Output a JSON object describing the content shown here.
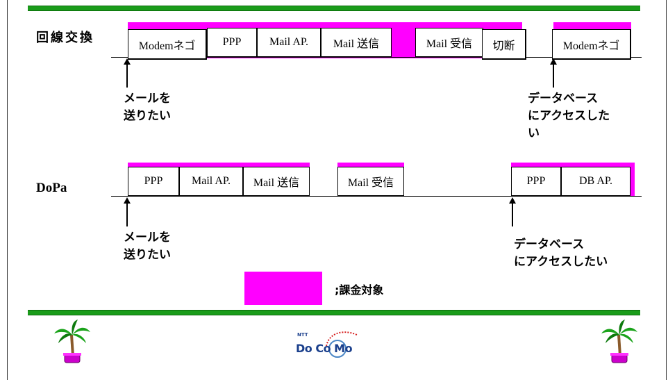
{
  "row1": {
    "label": "回線交換",
    "boxes": [
      "Modemネゴ",
      "PPP",
      "Mail AP.",
      "Mail 送信",
      "Mail 受信",
      "切断",
      "Modemネゴ"
    ],
    "note_left": "メールを\n送りたい",
    "note_right": "データベース\nにアクセスした\nい"
  },
  "row2": {
    "label": "DoPa",
    "boxes": [
      "PPP",
      "Mail AP.",
      "Mail 送信",
      "Mail 受信",
      "PPP",
      "DB AP."
    ],
    "note_left": "メールを\n送りたい",
    "note_right": "データベース\nにアクセスしたい"
  },
  "legend": {
    "text": ";課金対象",
    "color": "#ff00ff"
  },
  "logo": {
    "small": "NTT",
    "brand": "Do Co Mo"
  },
  "colors": {
    "accent_bar": "#1a9c1a",
    "charge": "#ff00ff"
  }
}
